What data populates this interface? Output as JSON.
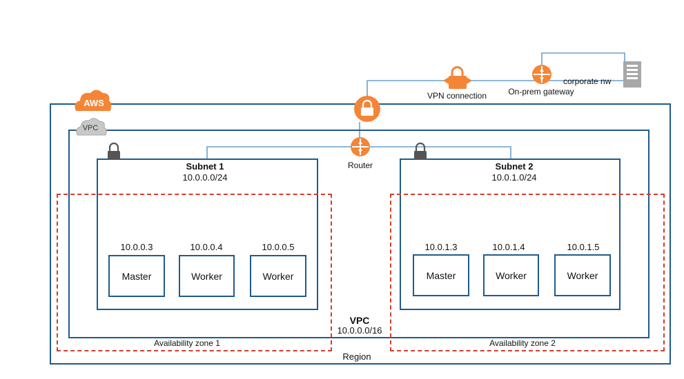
{
  "cloud_labels": {
    "aws": "AWS",
    "vpc_badge": "VPC"
  },
  "region": {
    "label": "Region"
  },
  "vpc": {
    "title": "VPC",
    "cidr": "10.0.0.0/16"
  },
  "router": {
    "label": "Router"
  },
  "vpn": {
    "label": "VPN connection"
  },
  "onprem": {
    "gateway_label": "On-prem gateway",
    "network_label": "corporate nw"
  },
  "subnets": [
    {
      "title": "Subnet 1",
      "cidr": "10.0.0.0/24",
      "zone": "Availability zone 1",
      "nodes": [
        {
          "ip": "10.0.0.3",
          "role": "Master"
        },
        {
          "ip": "10.0.0.4",
          "role": "Worker"
        },
        {
          "ip": "10.0.0.5",
          "role": "Worker"
        }
      ]
    },
    {
      "title": "Subnet 2",
      "cidr": "10.0.1.0/24",
      "zone": "Availability zone 2",
      "nodes": [
        {
          "ip": "10.0.1.3",
          "role": "Master"
        },
        {
          "ip": "10.0.1.4",
          "role": "Worker"
        },
        {
          "ip": "10.0.1.5",
          "role": "Worker"
        }
      ]
    }
  ],
  "colors": {
    "orange": "#f58536",
    "border_blue": "#1f5a8c",
    "line_blue": "#6a9fcf",
    "dash_red": "#d33d2b",
    "lock_gray": "#555555",
    "server_gray": "#a8a8a8"
  }
}
